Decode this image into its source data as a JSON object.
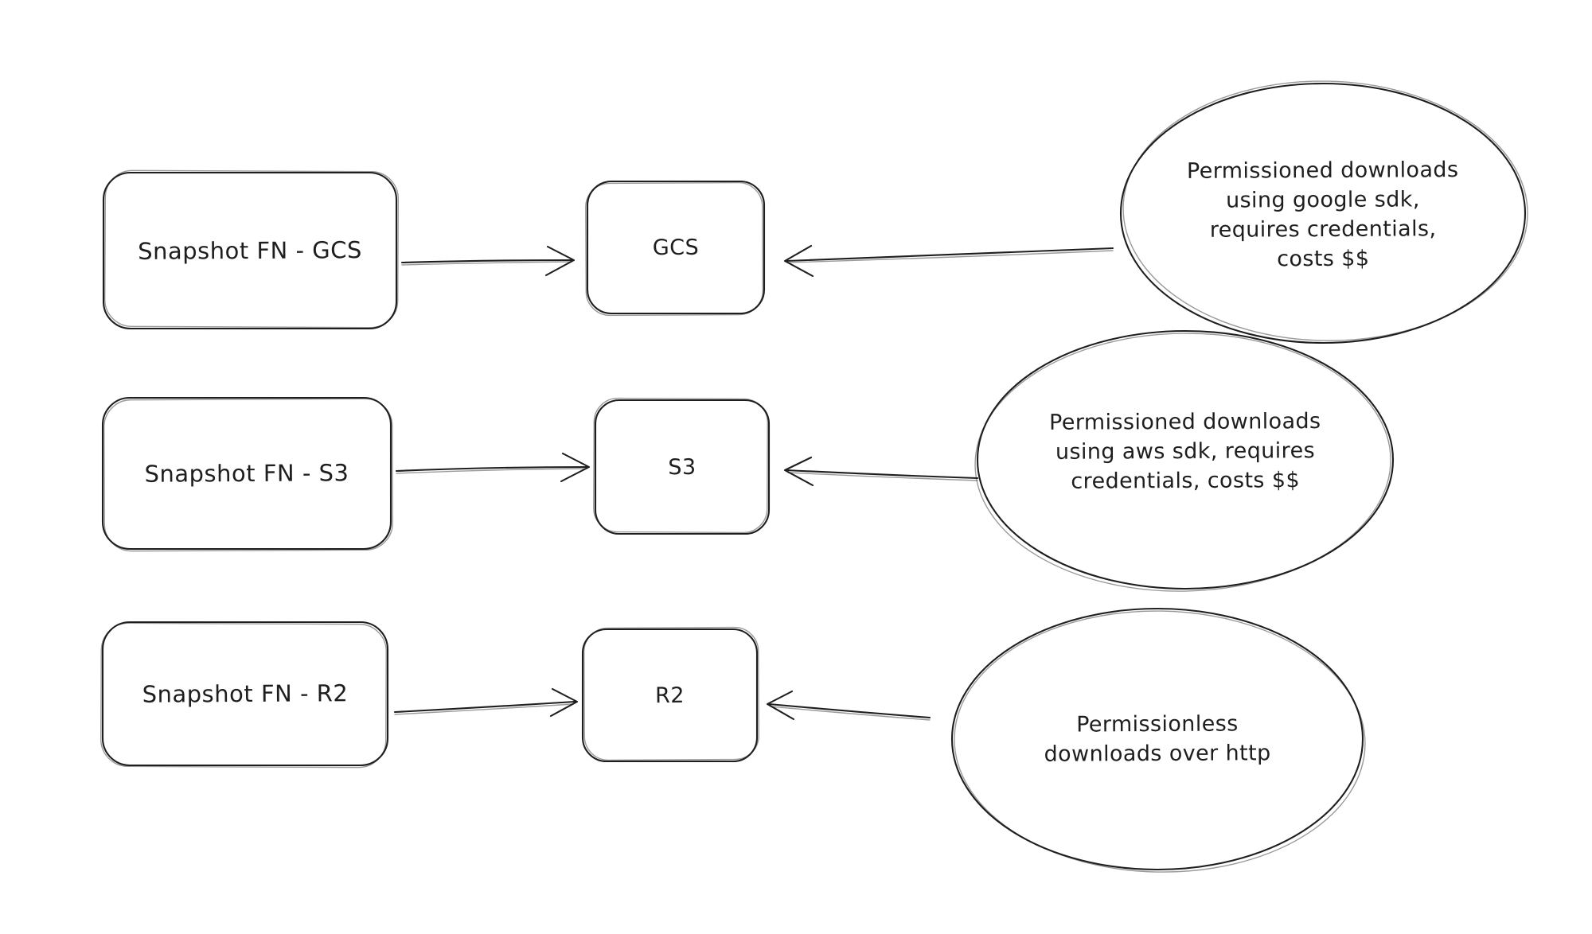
{
  "canvas": {
    "background": "#ffffff",
    "ink": "#1e1e1e"
  },
  "diagram": {
    "rows": [
      {
        "id": "gcs",
        "function_box": "Snapshot FN - GCS",
        "storage_box": "GCS",
        "note_lines": [
          "Permissioned downloads",
          "using google sdk,",
          "requires credentials,",
          "costs $$"
        ]
      },
      {
        "id": "s3",
        "function_box": "Snapshot FN - S3",
        "storage_box": "S3",
        "note_lines": [
          "Permissioned downloads",
          "using aws sdk, requires",
          "credentials, costs $$"
        ]
      },
      {
        "id": "r2",
        "function_box": "Snapshot FN - R2",
        "storage_box": "R2",
        "note_lines": [
          "Permissionless",
          "downloads over http"
        ]
      }
    ]
  }
}
